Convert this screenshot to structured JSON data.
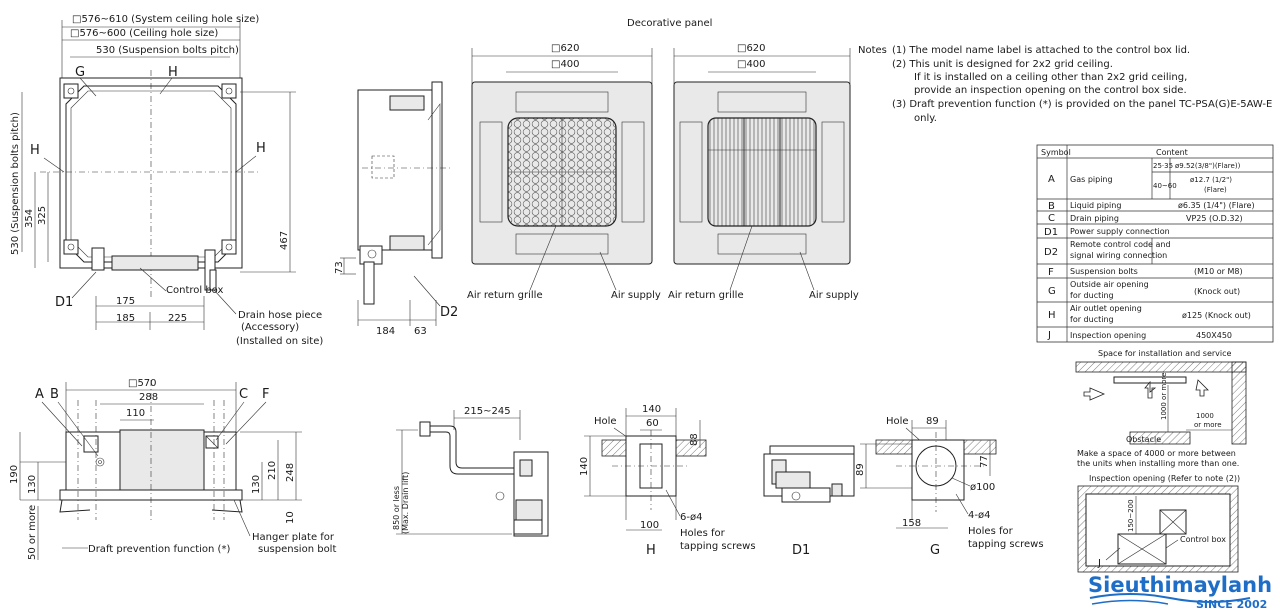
{
  "top_left_view": {
    "dim_system_hole": "□576~610 (System ceiling hole size)",
    "dim_ceiling_hole": "□576~600 (Ceiling hole size)",
    "dim_bolts_pitch": "530 (Suspension bolts pitch)",
    "label_g": "G",
    "label_h_top": "H",
    "label_h_left": "H",
    "label_h_right": "H",
    "vertical_pitch": "530 (Suspension bolts pitch)",
    "dim_354": "354",
    "dim_325": "325",
    "dim_467": "467",
    "label_d1": "D1",
    "control_box": "Control box",
    "dim_175": "175",
    "dim_185": "185",
    "dim_225": "225",
    "drain_hose_1": "Drain hose piece",
    "drain_hose_2": "(Accessory)",
    "drain_hose_3": "(Installed on site)"
  },
  "side_view": {
    "dim_73": "73",
    "dim_184": "184",
    "dim_63": "63",
    "label_d2": "D2"
  },
  "panels": {
    "title": "Decorative panel",
    "dim_620_a": "□620",
    "dim_400_a": "□400",
    "dim_620_b": "□620",
    "dim_400_b": "□400",
    "air_return_a": "Air return grille",
    "air_supply_a": "Air supply",
    "air_return_b": "Air return grille",
    "air_supply_b": "Air supply"
  },
  "notes": {
    "heading": "Notes",
    "n1": "(1) The model name label is attached to the control box lid.",
    "n2a": "(2) This unit is designed for 2x2 grid ceiling.",
    "n2b": "If it is installed on a ceiling other than 2x2 grid ceiling,",
    "n2c": "provide an inspection opening on the control box side.",
    "n3a": "(3) Draft prevention function (*) is provided on the panel TC-PSA(G)E-5AW-E",
    "n3b": "only."
  },
  "table": {
    "header_symbol": "Symbol",
    "header_content": "Content",
    "rows": [
      {
        "sym": "A",
        "desc": "Gas piping",
        "val": ""
      },
      {
        "sym": "B",
        "desc": "Liquid piping",
        "val": "ø6.35 (1/4\") (Flare)"
      },
      {
        "sym": "C",
        "desc": "Drain piping",
        "val": "VP25 (O.D.32)"
      },
      {
        "sym": "D1",
        "desc": "Power supply connection",
        "val": ""
      },
      {
        "sym": "D2",
        "desc": "Remote control code and signal wiring connection",
        "val": ""
      },
      {
        "sym": "F",
        "desc": "Suspension bolts",
        "val": "(M10 or M8)"
      },
      {
        "sym": "G",
        "desc": "Outside air opening for ducting",
        "val": "(Knock out)"
      },
      {
        "sym": "H",
        "desc": "Air outlet opening for ducting",
        "val": "ø125 (Knock out)"
      },
      {
        "sym": "J",
        "desc": "Inspection opening",
        "val": "450X450"
      }
    ],
    "gas_size_a": "25·35",
    "gas_val_a": "ø9.52(3/8\")(Flare))",
    "gas_size_b": "40~60",
    "gas_val_b1": "ø12.7 (1/2\")",
    "gas_val_b2": "(Flare)"
  },
  "service": {
    "title": "Space for installation and service",
    "dim_1000_a": "1000 or more",
    "dim_1000_b": "1000 or more",
    "obstacle": "Obstacle",
    "note1": "Make a space of 4000 or more between",
    "note2": "the units when installing more than one."
  },
  "inspection": {
    "title": "Inspection opening (Refer to note (2))",
    "dim": "150~200",
    "control_box": "Control box",
    "label_j": "J"
  },
  "front_view": {
    "dim_570": "□570",
    "dim_288": "288",
    "dim_110": "110",
    "label_a": "A",
    "label_b": "B",
    "label_c": "C",
    "label_f": "F",
    "dim_190": "190",
    "dim_130_left": "130",
    "dim_130_right": "130",
    "dim_210": "210",
    "dim_248": "248",
    "dim_10": "10",
    "dim_50": "50 or more",
    "draft": "Draft prevention function (*)",
    "hanger_1": "Hanger plate for",
    "hanger_2": "suspension bolt"
  },
  "drain_view": {
    "dim_215": "215~245",
    "dim_850_1": "850 or less",
    "dim_850_2": "(Max. Drain lift)"
  },
  "detail_h": {
    "hole": "Hole",
    "dim_140_top": "140",
    "dim_60": "60",
    "dim_88": "88",
    "dim_140_side": "140",
    "dim_100": "100",
    "holes_count": "6-ø4",
    "holes_1": "Holes for",
    "holes_2": "tapping screws",
    "label": "H"
  },
  "detail_d1": {
    "label": "D1"
  },
  "detail_g": {
    "hole": "Hole",
    "dim_89_top": "89",
    "dim_89_side": "89",
    "dim_77": "77",
    "dim_100": "ø100",
    "dim_158": "158",
    "holes_count": "4-ø4",
    "holes_1": "Holes for",
    "holes_2": "tapping screws",
    "label": "G"
  },
  "logo": {
    "name": "Sieuthimaylanh",
    "since": "SINCE 2002"
  }
}
